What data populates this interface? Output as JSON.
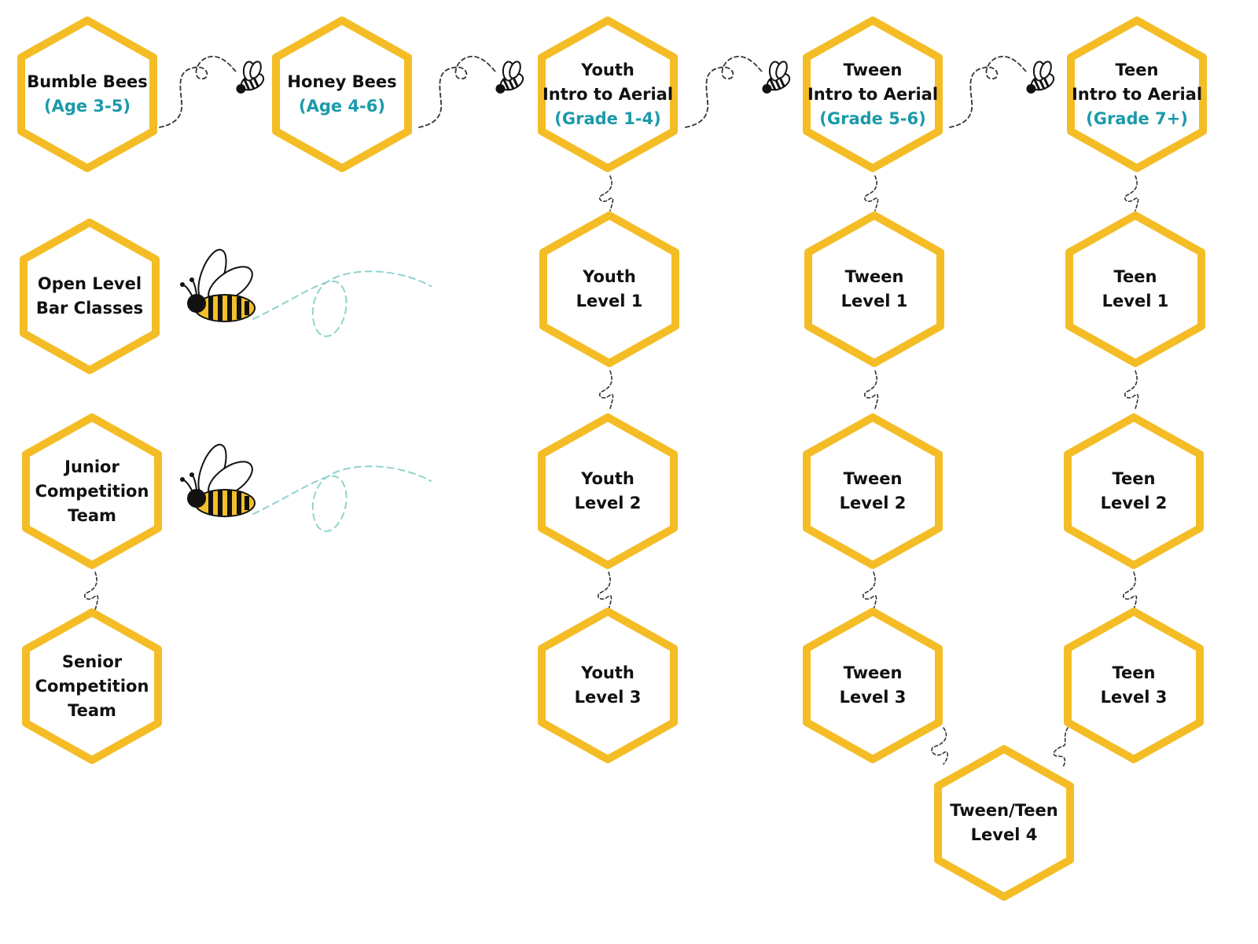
{
  "colors": {
    "hex_stroke": "#f4bd26",
    "label_text": "#111111",
    "sub_text": "#1b9aaa",
    "dash_dark": "#333333",
    "dash_teal": "#8fd3cf",
    "bee_yellow": "#f3bf2a",
    "bee_black": "#111111"
  },
  "hexagons": [
    {
      "id": "bumble-bees",
      "lines": [
        "Bumble Bees"
      ],
      "sub": "(Age 3-5)"
    },
    {
      "id": "honey-bees",
      "lines": [
        "Honey Bees"
      ],
      "sub": "(Age 4-6)"
    },
    {
      "id": "youth-intro",
      "lines": [
        "Youth",
        "Intro to Aerial"
      ],
      "sub": "(Grade 1-4)"
    },
    {
      "id": "tween-intro",
      "lines": [
        "Tween",
        "Intro to Aerial"
      ],
      "sub": "(Grade 5-6)"
    },
    {
      "id": "teen-intro",
      "lines": [
        "Teen",
        "Intro to Aerial"
      ],
      "sub": "(Grade 7+)"
    },
    {
      "id": "open-level",
      "lines": [
        "Open Level",
        "Bar Classes"
      ],
      "sub": ""
    },
    {
      "id": "youth-1",
      "lines": [
        "Youth",
        "Level 1"
      ],
      "sub": ""
    },
    {
      "id": "tween-1",
      "lines": [
        "Tween",
        "Level 1"
      ],
      "sub": ""
    },
    {
      "id": "teen-1",
      "lines": [
        "Teen",
        "Level 1"
      ],
      "sub": ""
    },
    {
      "id": "junior-team",
      "lines": [
        "Junior",
        "Competition",
        "Team"
      ],
      "sub": ""
    },
    {
      "id": "youth-2",
      "lines": [
        "Youth",
        "Level 2"
      ],
      "sub": ""
    },
    {
      "id": "tween-2",
      "lines": [
        "Tween",
        "Level 2"
      ],
      "sub": ""
    },
    {
      "id": "teen-2",
      "lines": [
        "Teen",
        "Level 2"
      ],
      "sub": ""
    },
    {
      "id": "senior-team",
      "lines": [
        "Senior",
        "Competition",
        "Team"
      ],
      "sub": ""
    },
    {
      "id": "youth-3",
      "lines": [
        "Youth",
        "Level 3"
      ],
      "sub": ""
    },
    {
      "id": "tween-3",
      "lines": [
        "Tween",
        "Level 3"
      ],
      "sub": ""
    },
    {
      "id": "teen-3",
      "lines": [
        "Teen",
        "Level 3"
      ],
      "sub": ""
    },
    {
      "id": "tween-teen-4",
      "lines": [
        "Tween/Teen",
        "Level 4"
      ],
      "sub": ""
    }
  ],
  "connections": [
    {
      "from": "bumble-bees",
      "to": "honey-bees"
    },
    {
      "from": "honey-bees",
      "to": "youth-intro"
    },
    {
      "from": "youth-intro",
      "to": "tween-intro"
    },
    {
      "from": "tween-intro",
      "to": "teen-intro"
    },
    {
      "from": "youth-intro",
      "to": "youth-1"
    },
    {
      "from": "youth-1",
      "to": "youth-2"
    },
    {
      "from": "youth-2",
      "to": "youth-3"
    },
    {
      "from": "tween-intro",
      "to": "tween-1"
    },
    {
      "from": "tween-1",
      "to": "tween-2"
    },
    {
      "from": "tween-2",
      "to": "tween-3"
    },
    {
      "from": "teen-intro",
      "to": "teen-1"
    },
    {
      "from": "teen-1",
      "to": "teen-2"
    },
    {
      "from": "teen-2",
      "to": "teen-3"
    },
    {
      "from": "junior-team",
      "to": "senior-team"
    },
    {
      "from": "tween-3",
      "to": "tween-teen-4"
    },
    {
      "from": "teen-3",
      "to": "tween-teen-4"
    }
  ],
  "icons": {
    "small_bee": "small-bee-icon",
    "big_bee": "big-bee-icon"
  }
}
